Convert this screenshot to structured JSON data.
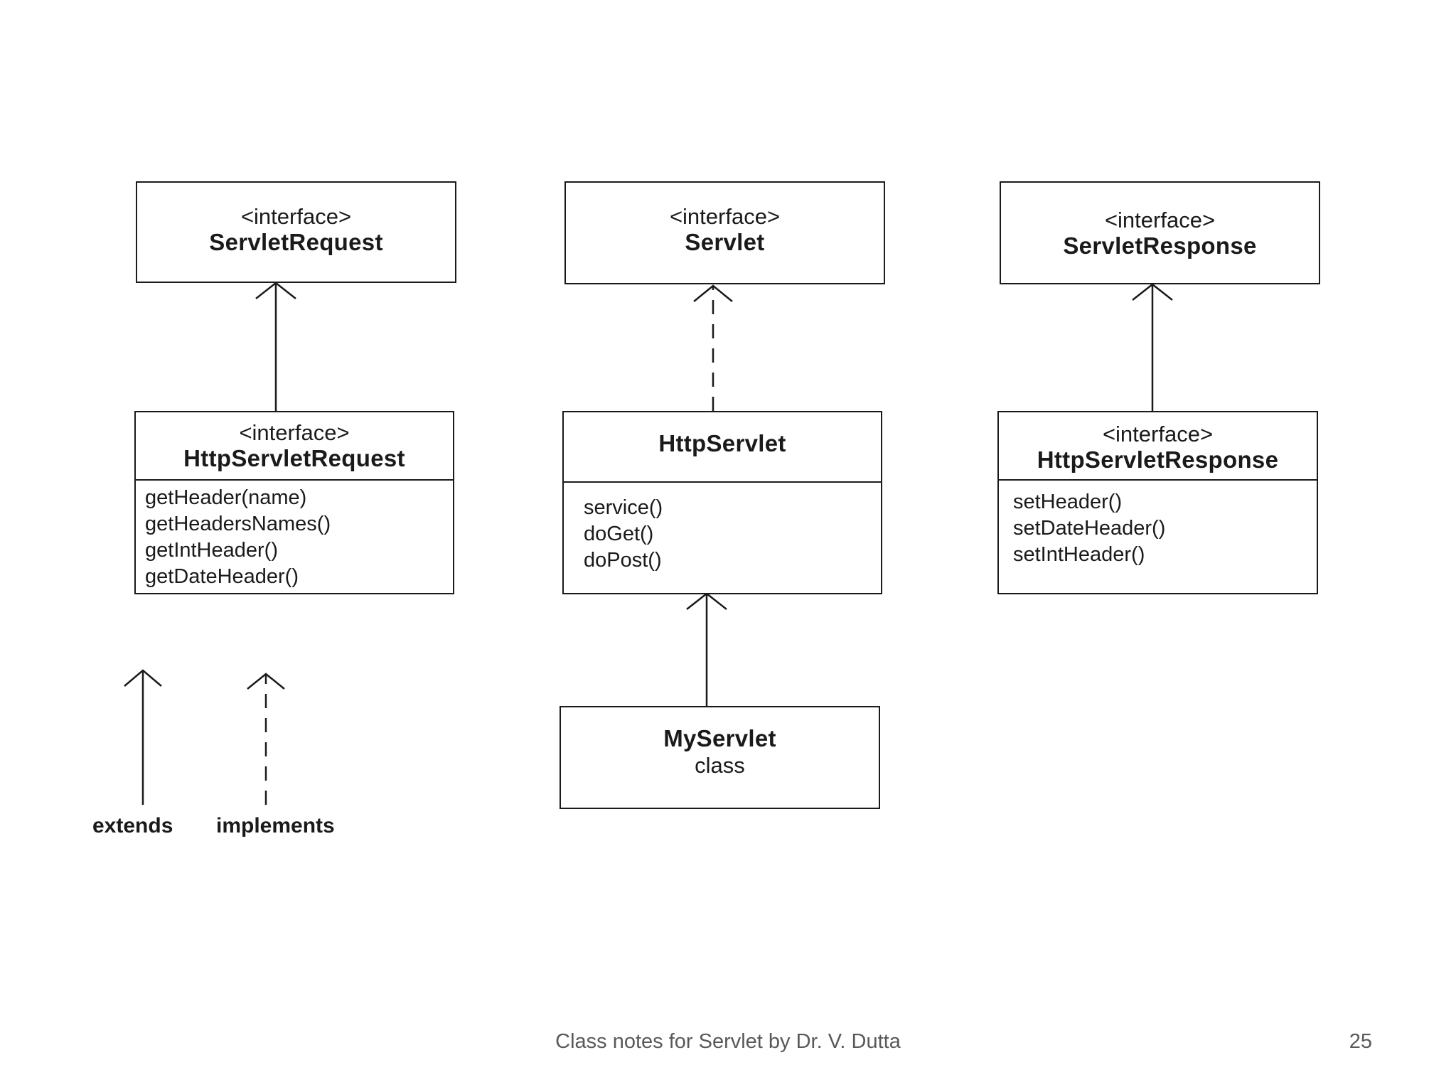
{
  "diagram": {
    "servlet_request": {
      "stereotype": "<interface>",
      "name": "ServletRequest"
    },
    "servlet": {
      "stereotype": "<interface>",
      "name": "Servlet"
    },
    "servlet_response": {
      "stereotype": "<interface>",
      "name": "ServletResponse"
    },
    "http_servlet_request": {
      "stereotype": "<interface>",
      "name": "HttpServletRequest",
      "methods": [
        "getHeader(name)",
        "getHeadersNames()",
        "getIntHeader()",
        "getDateHeader()"
      ]
    },
    "http_servlet": {
      "name": "HttpServlet",
      "methods": [
        "service()",
        "doGet()",
        "doPost()"
      ]
    },
    "http_servlet_response": {
      "stereotype": "<interface>",
      "name": "HttpServletResponse",
      "methods": [
        "setHeader()",
        "setDateHeader()",
        "setIntHeader()"
      ]
    },
    "my_servlet": {
      "name": "MyServlet",
      "subtitle": "class"
    }
  },
  "legend": {
    "extends_label": "extends",
    "implements_label": "implements"
  },
  "footer": {
    "notes": "Class notes for Servlet by Dr. V. Dutta",
    "page_number": "25"
  }
}
